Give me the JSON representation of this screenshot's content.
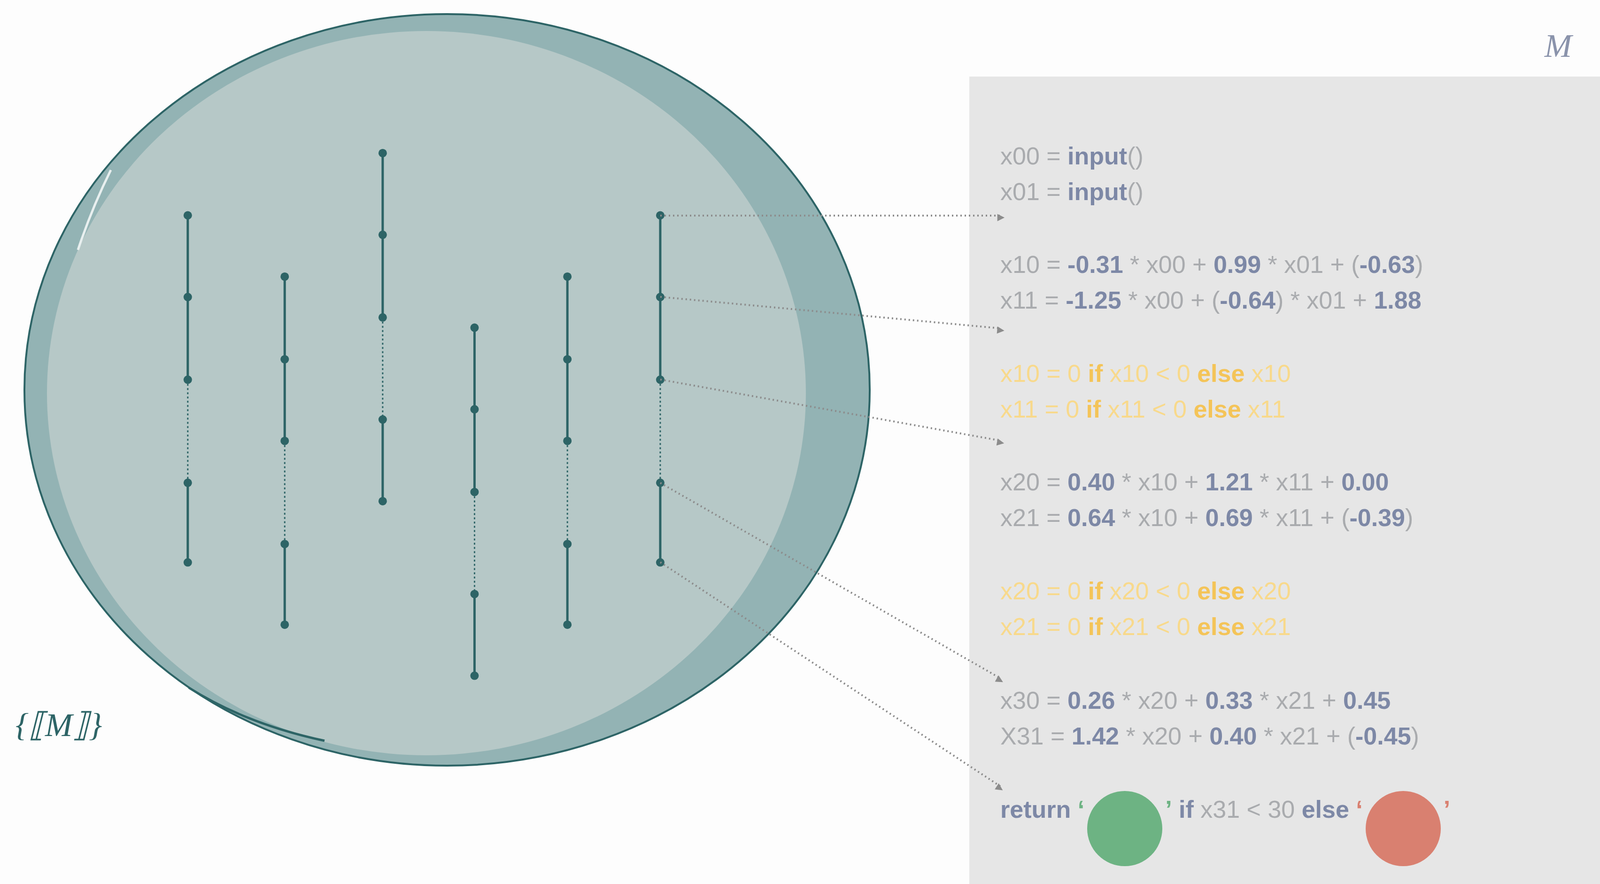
{
  "diagram": {
    "nodes": [
      {
        "text": [
          "{⟦M⟧}"
        ]
      },
      {
        "text": [
          "M",
          "x00 = input()",
          "x01 = input()",
          "x10 = -0.31 * x00 + 0.99 * x01 + (-0.63)",
          "x11 = -1.25 * x00 + (-0.64) * x01 + 1.88",
          "x10 = 0 if x10 < 0 else x10",
          "x11 = 0 if x11 < 0 else x11",
          "x20 = 0.40 * x10 + 1.21 * x11 + 0.00",
          "x21 = 0.64 * x10 + 0.69 * x11 + (-0.39)",
          "x20 = 0 if x20 < 0 else x20",
          "x21 = 0 if x21 < 0 else x21",
          "x30 = 0.26 * x20 + 0.33 * x21 + 0.45",
          "X31 = 1.42 * x20 + 0.40 * x21 + (-0.45)",
          "return ‘’ if x31 < 30 else ‘’"
        ]
      }
    ]
  }
}
